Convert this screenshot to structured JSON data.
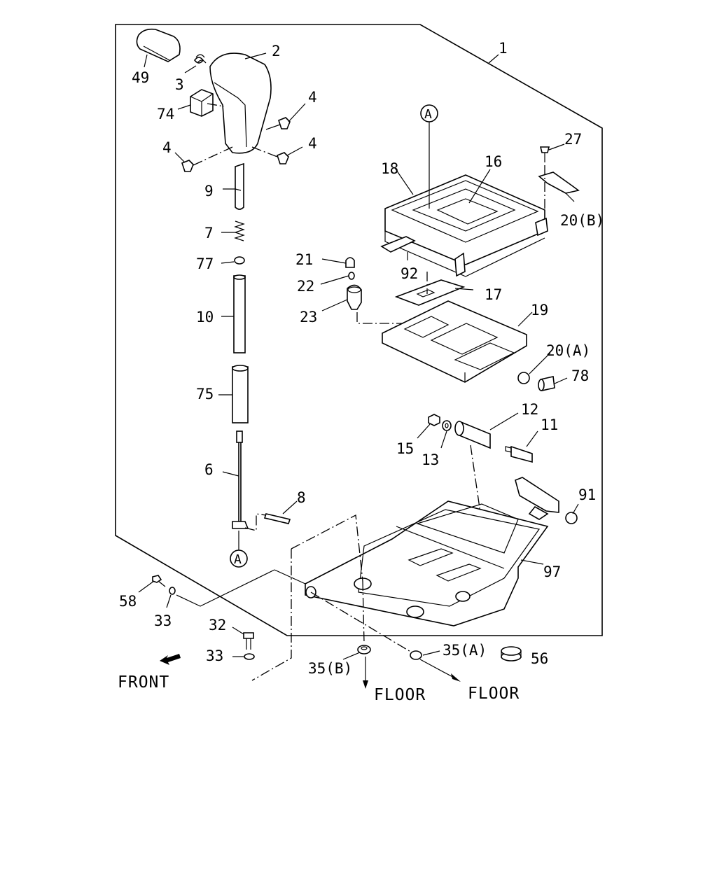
{
  "diagram": {
    "callouts": [
      {
        "id": "p1",
        "text": "1"
      },
      {
        "id": "p2",
        "text": "2"
      },
      {
        "id": "p3",
        "text": "3"
      },
      {
        "id": "p4a",
        "text": "4"
      },
      {
        "id": "p4b",
        "text": "4"
      },
      {
        "id": "p4c",
        "text": "4"
      },
      {
        "id": "p6",
        "text": "6"
      },
      {
        "id": "p7",
        "text": "7"
      },
      {
        "id": "p8",
        "text": "8"
      },
      {
        "id": "p9",
        "text": "9"
      },
      {
        "id": "p10",
        "text": "10"
      },
      {
        "id": "p11",
        "text": "11"
      },
      {
        "id": "p12",
        "text": "12"
      },
      {
        "id": "p13",
        "text": "13"
      },
      {
        "id": "p15",
        "text": "15"
      },
      {
        "id": "p16",
        "text": "16"
      },
      {
        "id": "p17",
        "text": "17"
      },
      {
        "id": "p18",
        "text": "18"
      },
      {
        "id": "p19",
        "text": "19"
      },
      {
        "id": "p20a",
        "text": "20(A)"
      },
      {
        "id": "p20b",
        "text": "20(B)"
      },
      {
        "id": "p21",
        "text": "21"
      },
      {
        "id": "p22",
        "text": "22"
      },
      {
        "id": "p23",
        "text": "23"
      },
      {
        "id": "p27",
        "text": "27"
      },
      {
        "id": "p32",
        "text": "32"
      },
      {
        "id": "p33a",
        "text": "33"
      },
      {
        "id": "p33b",
        "text": "33"
      },
      {
        "id": "p35a",
        "text": "35(A)"
      },
      {
        "id": "p35b",
        "text": "35(B)"
      },
      {
        "id": "p49",
        "text": "49"
      },
      {
        "id": "p56",
        "text": "56"
      },
      {
        "id": "p58",
        "text": "58"
      },
      {
        "id": "p74",
        "text": "74"
      },
      {
        "id": "p75",
        "text": "75"
      },
      {
        "id": "p77",
        "text": "77"
      },
      {
        "id": "p78",
        "text": "78"
      },
      {
        "id": "p91",
        "text": "91"
      },
      {
        "id": "p92",
        "text": "92"
      },
      {
        "id": "p97",
        "text": "97"
      }
    ],
    "refs": {
      "a_top": "A",
      "a_bottom": "A"
    },
    "direction": {
      "front": "FRONT",
      "floor_1": "FLOOR",
      "floor_2": "FLOOR"
    }
  }
}
